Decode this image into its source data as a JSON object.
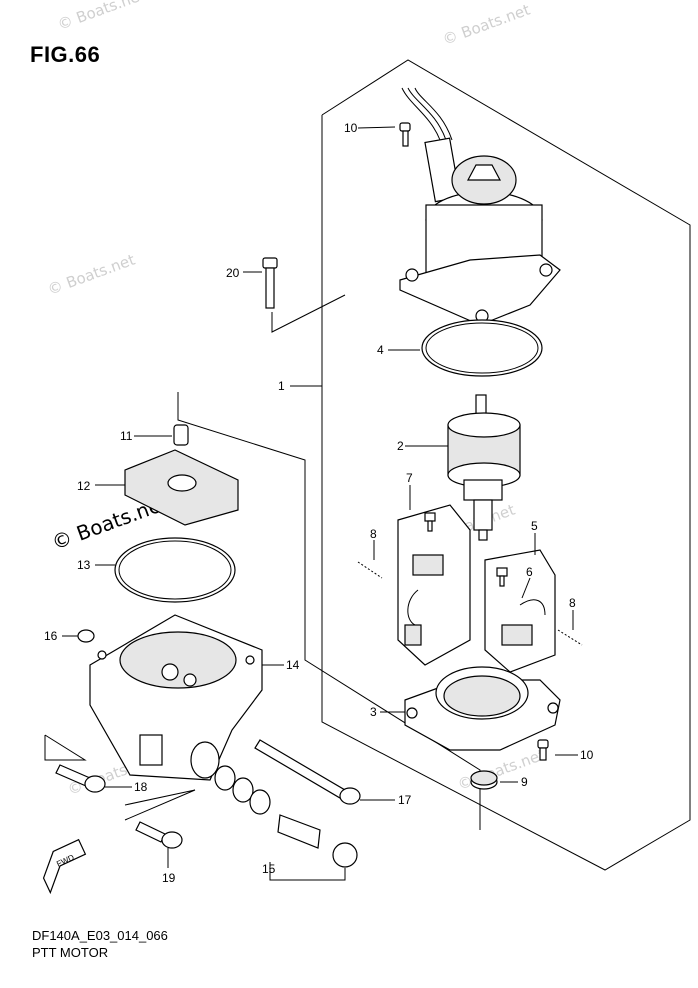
{
  "figure": {
    "title": "FIG.66",
    "code": "DF140A_E03_014_066",
    "name": "PTT MOTOR"
  },
  "watermark": {
    "text": "© Boats.net"
  },
  "callouts": {
    "c1": "1",
    "c2": "2",
    "c3": "3",
    "c4": "4",
    "c5": "5",
    "c6": "6",
    "c7": "7",
    "c8a": "8",
    "c8b": "8",
    "c9": "9",
    "c10a": "10",
    "c10b": "10",
    "c11": "11",
    "c12": "12",
    "c13": "13",
    "c14": "14",
    "c15": "15",
    "c16": "16",
    "c17": "17",
    "c18": "18",
    "c19": "19",
    "c20": "20"
  },
  "fwd_label": "FWD"
}
